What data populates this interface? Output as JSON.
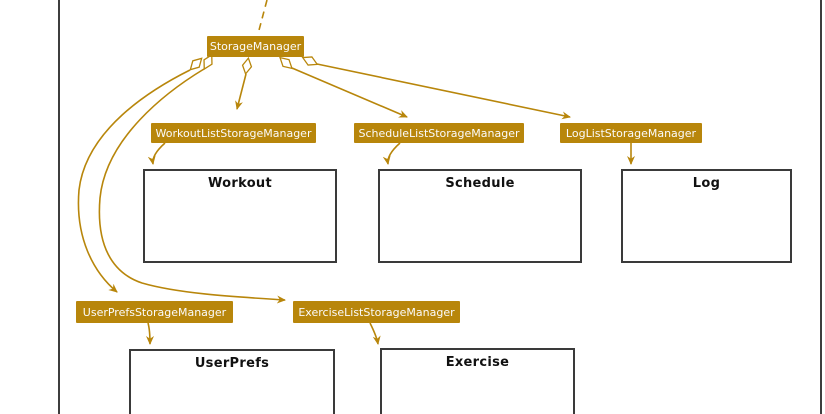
{
  "diagram": {
    "type": "uml-class-diagram",
    "colors": {
      "gold": "#B8860B",
      "box_border": "#3A3A3A",
      "frame": "#3E3E3E",
      "label_text": "#FBFBFB",
      "title_text": "#111111",
      "bg": "#FFFFFF"
    },
    "manager_nodes": {
      "storage_manager": "StorageManager",
      "workout_list": "WorkoutListStorageManager",
      "schedule_list": "ScheduleListStorageManager",
      "log_list": "LogListStorageManager",
      "user_prefs": "UserPrefsStorageManager",
      "exercise_list": "ExerciseListStorageManager"
    },
    "class_nodes": {
      "workout": "Workout",
      "schedule": "Schedule",
      "log": "Log",
      "user_prefs": "UserPrefs",
      "exercise": "Exercise"
    },
    "edges": [
      {
        "from": null,
        "to": "StorageManager",
        "style": "dashed-dependency"
      },
      {
        "from": "StorageManager",
        "to": "WorkoutListStorageManager",
        "style": "aggregation-arrow"
      },
      {
        "from": "StorageManager",
        "to": "ScheduleListStorageManager",
        "style": "aggregation-arrow"
      },
      {
        "from": "StorageManager",
        "to": "LogListStorageManager",
        "style": "aggregation-arrow"
      },
      {
        "from": "StorageManager",
        "to": "UserPrefsStorageManager",
        "style": "aggregation-arrow"
      },
      {
        "from": "StorageManager",
        "to": "ExerciseListStorageManager",
        "style": "aggregation-arrow"
      },
      {
        "from": "WorkoutListStorageManager",
        "to": "Workout",
        "style": "arrow"
      },
      {
        "from": "ScheduleListStorageManager",
        "to": "Schedule",
        "style": "arrow"
      },
      {
        "from": "LogListStorageManager",
        "to": "Log",
        "style": "arrow"
      },
      {
        "from": "UserPrefsStorageManager",
        "to": "UserPrefs",
        "style": "arrow"
      },
      {
        "from": "ExerciseListStorageManager",
        "to": "Exercise",
        "style": "arrow"
      }
    ]
  }
}
